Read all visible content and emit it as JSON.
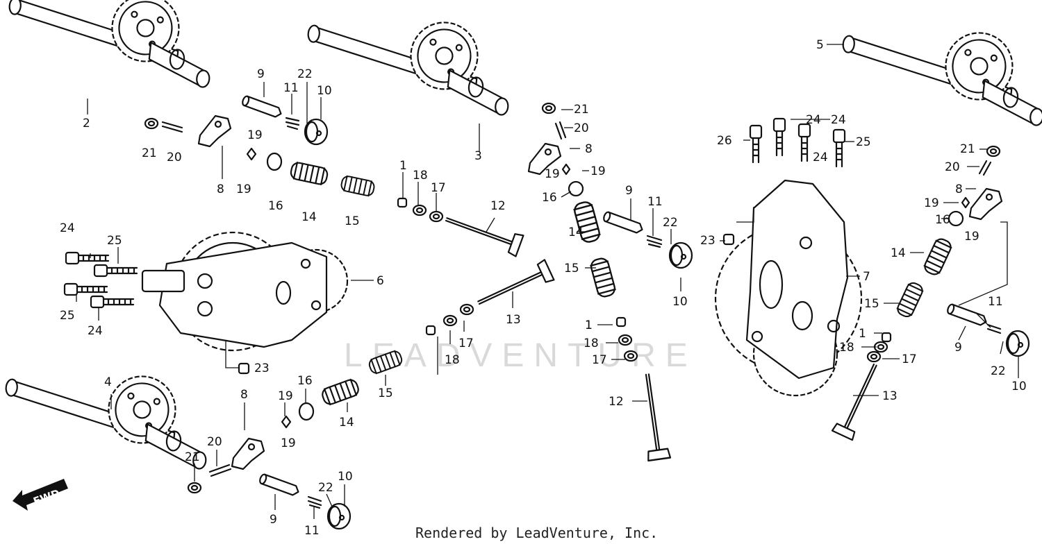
{
  "watermark": {
    "text": "LEADVENTURE"
  },
  "credit": {
    "text": "Rendered by LeadVenture, Inc."
  },
  "fwd_label": "FWD",
  "labels": [
    "2",
    "21",
    "20",
    "9",
    "11",
    "22",
    "10",
    "8",
    "19",
    "19",
    "16",
    "14",
    "15",
    "3",
    "21",
    "20",
    "8",
    "19",
    "19",
    "1",
    "18",
    "17",
    "12",
    "16",
    "14",
    "15",
    "9",
    "11",
    "22",
    "10",
    "13",
    "1",
    "18",
    "17",
    "1",
    "18",
    "17",
    "12",
    "24",
    "26",
    "24",
    "24",
    "25",
    "23",
    "7",
    "5",
    "21",
    "20",
    "8",
    "19",
    "19",
    "16",
    "14",
    "15",
    "11",
    "9",
    "22",
    "10",
    "1",
    "18",
    "17",
    "13",
    "24",
    "25",
    "25",
    "24",
    "6",
    "23",
    "4",
    "21",
    "20",
    "8",
    "19",
    "19",
    "16",
    "14",
    "15",
    "9",
    "11",
    "22",
    "10"
  ]
}
